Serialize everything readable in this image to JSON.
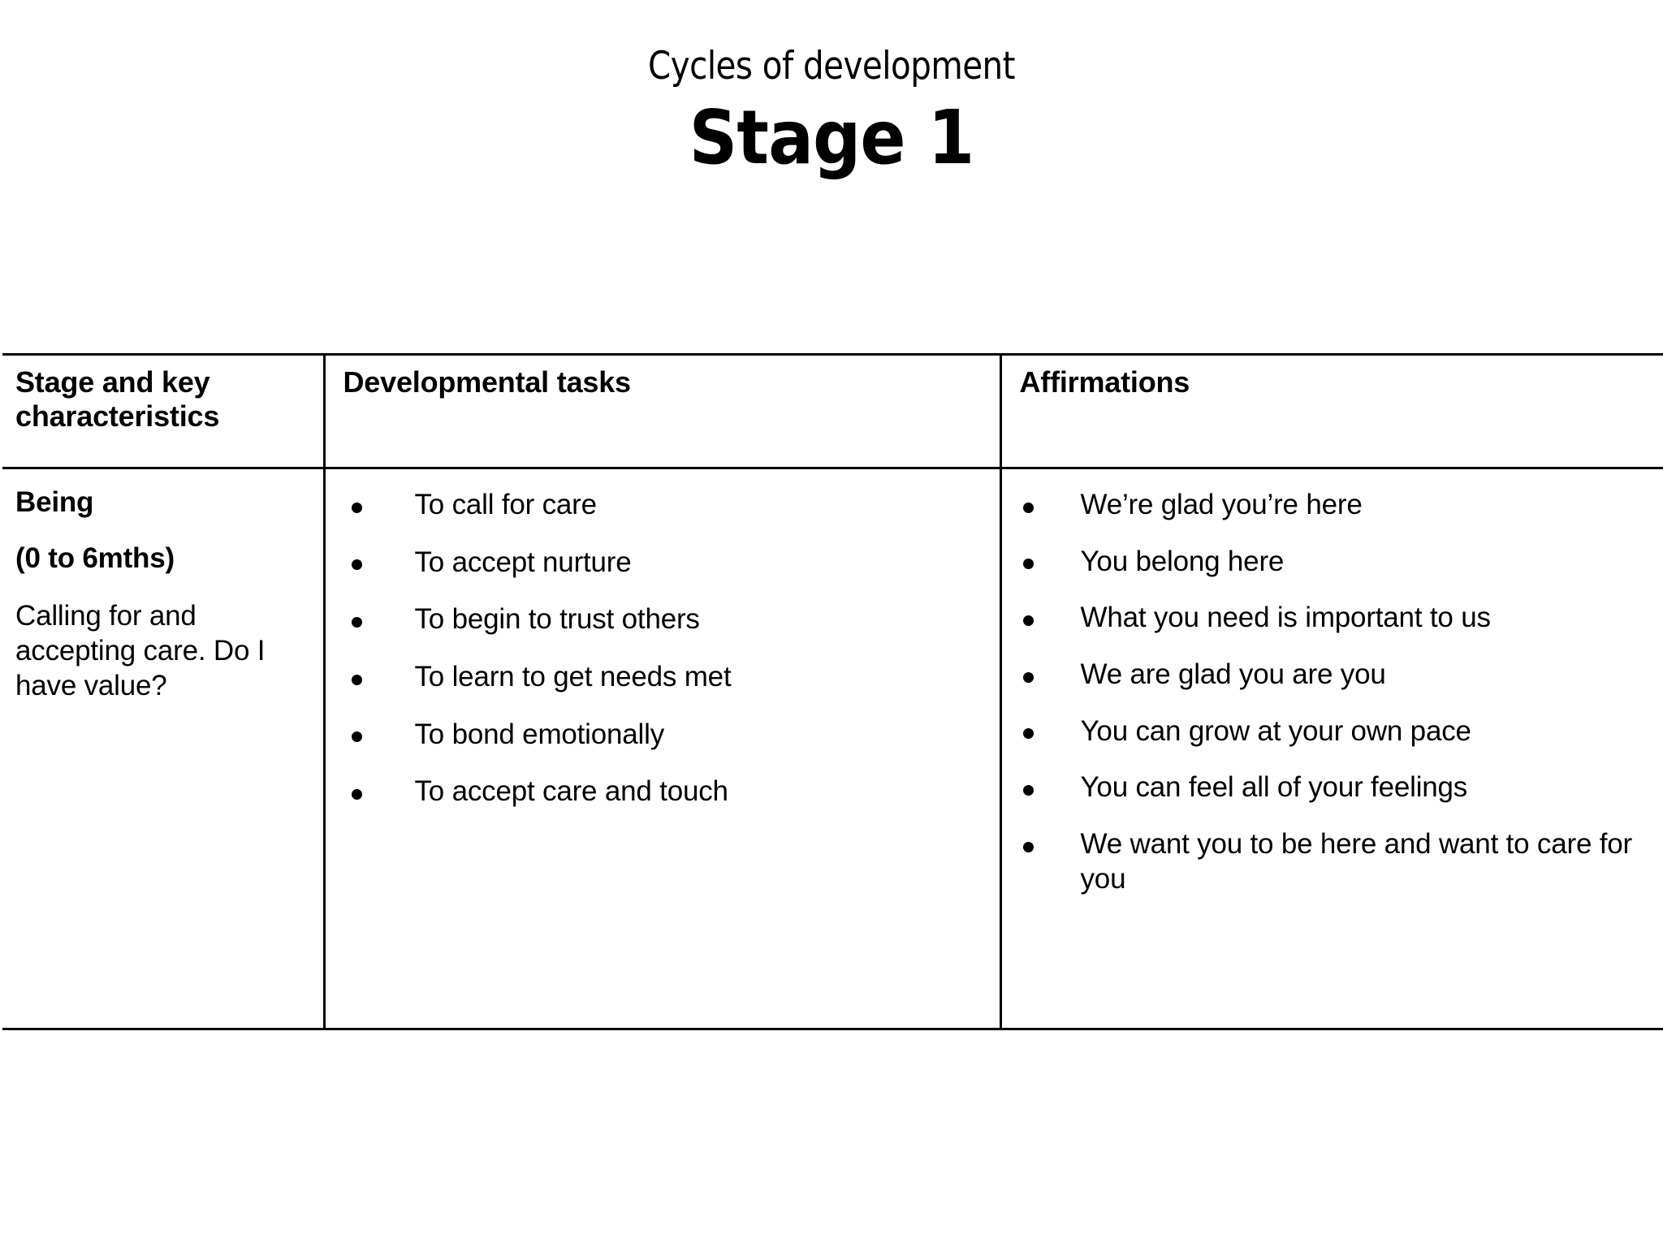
{
  "slide": {
    "subtitle": "Cycles of development",
    "title": "Stage 1"
  },
  "table": {
    "headers": {
      "col1": "Stage and key characteristics",
      "col2": "Developmental tasks",
      "col3": "Affirmations"
    },
    "row": {
      "stage": {
        "name": "Being",
        "age_range": "(0 to 6mths)",
        "description": "Calling for and accepting care. Do I have value?"
      },
      "developmental_tasks": [
        "To call for care",
        "To accept nurture",
        "To begin to trust others",
        "To learn to get needs met",
        "To bond emotionally",
        "To accept care and touch"
      ],
      "affirmations": [
        "We’re glad you’re here",
        "You belong here",
        "What you need is important to us",
        "We are glad you are you",
        "You can grow at your own pace",
        "You can feel all of your feelings",
        "We want you to be here and want to care for you"
      ]
    }
  },
  "colors": {
    "background": "#ffffff",
    "text": "#000000",
    "border": "#000000"
  }
}
